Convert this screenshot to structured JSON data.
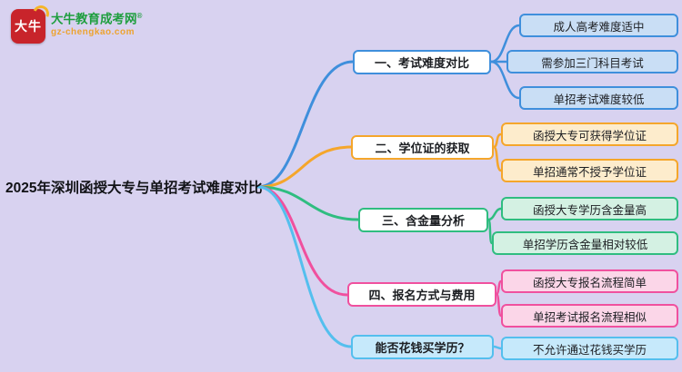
{
  "logo": {
    "badge_text": "大牛",
    "site_name": "大牛教育成考网",
    "trademark": "®",
    "site_url": "gz-chengkao.com"
  },
  "main_topic": "2025年深圳函授大专与单招考试难度对比",
  "colors": {
    "background": "#d8d2f0",
    "blue": "#3f8fdc",
    "orange": "#f5a62b",
    "green": "#2fbd80",
    "pink": "#f0509e",
    "sky": "#54bfee",
    "leaf_blue": "#c9def5",
    "leaf_orange": "#fdeccc",
    "leaf_green": "#d4f1e3",
    "leaf_pink": "#fbd6e8",
    "leaf_sky": "#c6e9fb"
  },
  "branches": [
    {
      "label": "一、考试难度对比",
      "color": "#3f8fdc",
      "children": [
        "成人高考难度适中",
        "需参加三门科目考试",
        "单招考试难度较低"
      ]
    },
    {
      "label": "二、学位证的获取",
      "color": "#f5a62b",
      "children": [
        "函授大专可获得学位证",
        "单招通常不授予学位证"
      ]
    },
    {
      "label": "三、含金量分析",
      "color": "#2fbd80",
      "children": [
        "函授大专学历含金量高",
        "单招学历含金量相对较低"
      ]
    },
    {
      "label": "四、报名方式与费用",
      "color": "#f0509e",
      "children": [
        "函授大专报名流程简单",
        "单招考试报名流程相似"
      ]
    },
    {
      "label": "能否花钱买学历？",
      "color": "#54bfee",
      "children": [
        "不允许通过花钱买学历"
      ]
    }
  ]
}
